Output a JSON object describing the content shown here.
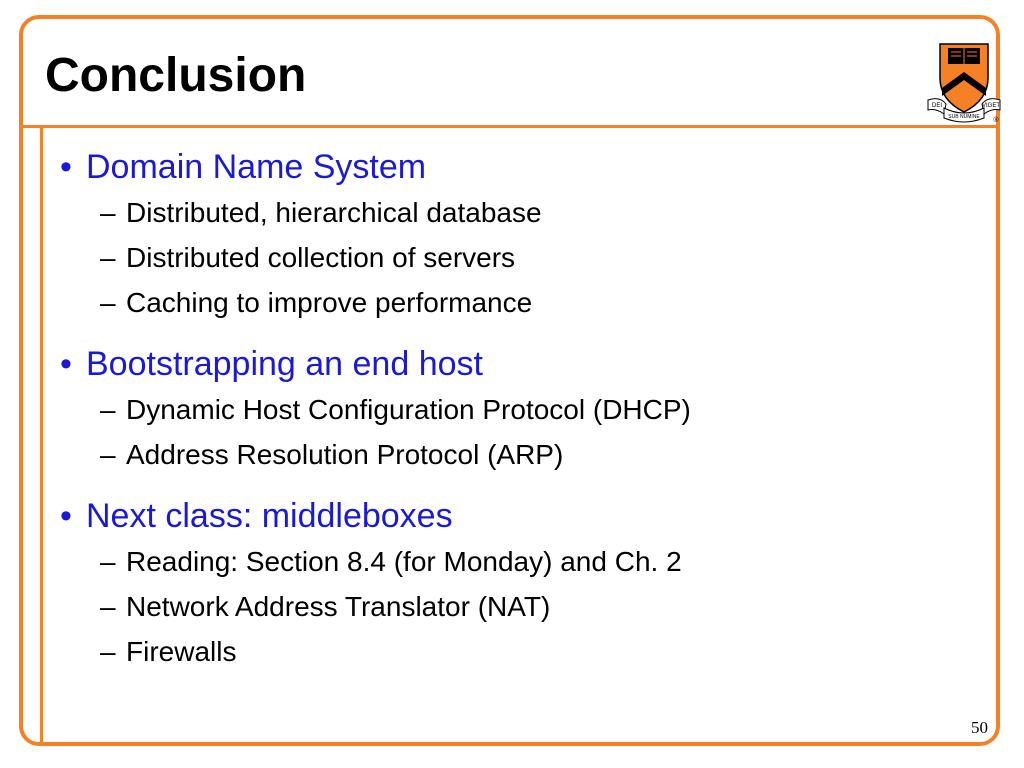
{
  "slide": {
    "title": "Conclusion",
    "page_number": "50",
    "accent_color": "#f58025",
    "bullet_color": "#1a1ad6",
    "logo": {
      "icon": "princeton-shield-logo",
      "text_left": "DEI",
      "text_center": "SUB NUMINE",
      "text_right": "VIGET",
      "registered": "®"
    }
  },
  "bullets": [
    {
      "text": "Domain Name System",
      "subs": [
        "Distributed, hierarchical database",
        "Distributed collection of servers",
        "Caching to improve performance"
      ]
    },
    {
      "text": "Bootstrapping an end host",
      "subs": [
        "Dynamic Host Configuration Protocol (DHCP)",
        "Address Resolution Protocol (ARP)"
      ]
    },
    {
      "text": "Next class: middleboxes",
      "subs": [
        "Reading: Section 8.4 (for Monday) and Ch. 2",
        "Network Address Translator (NAT)",
        "Firewalls"
      ]
    }
  ]
}
